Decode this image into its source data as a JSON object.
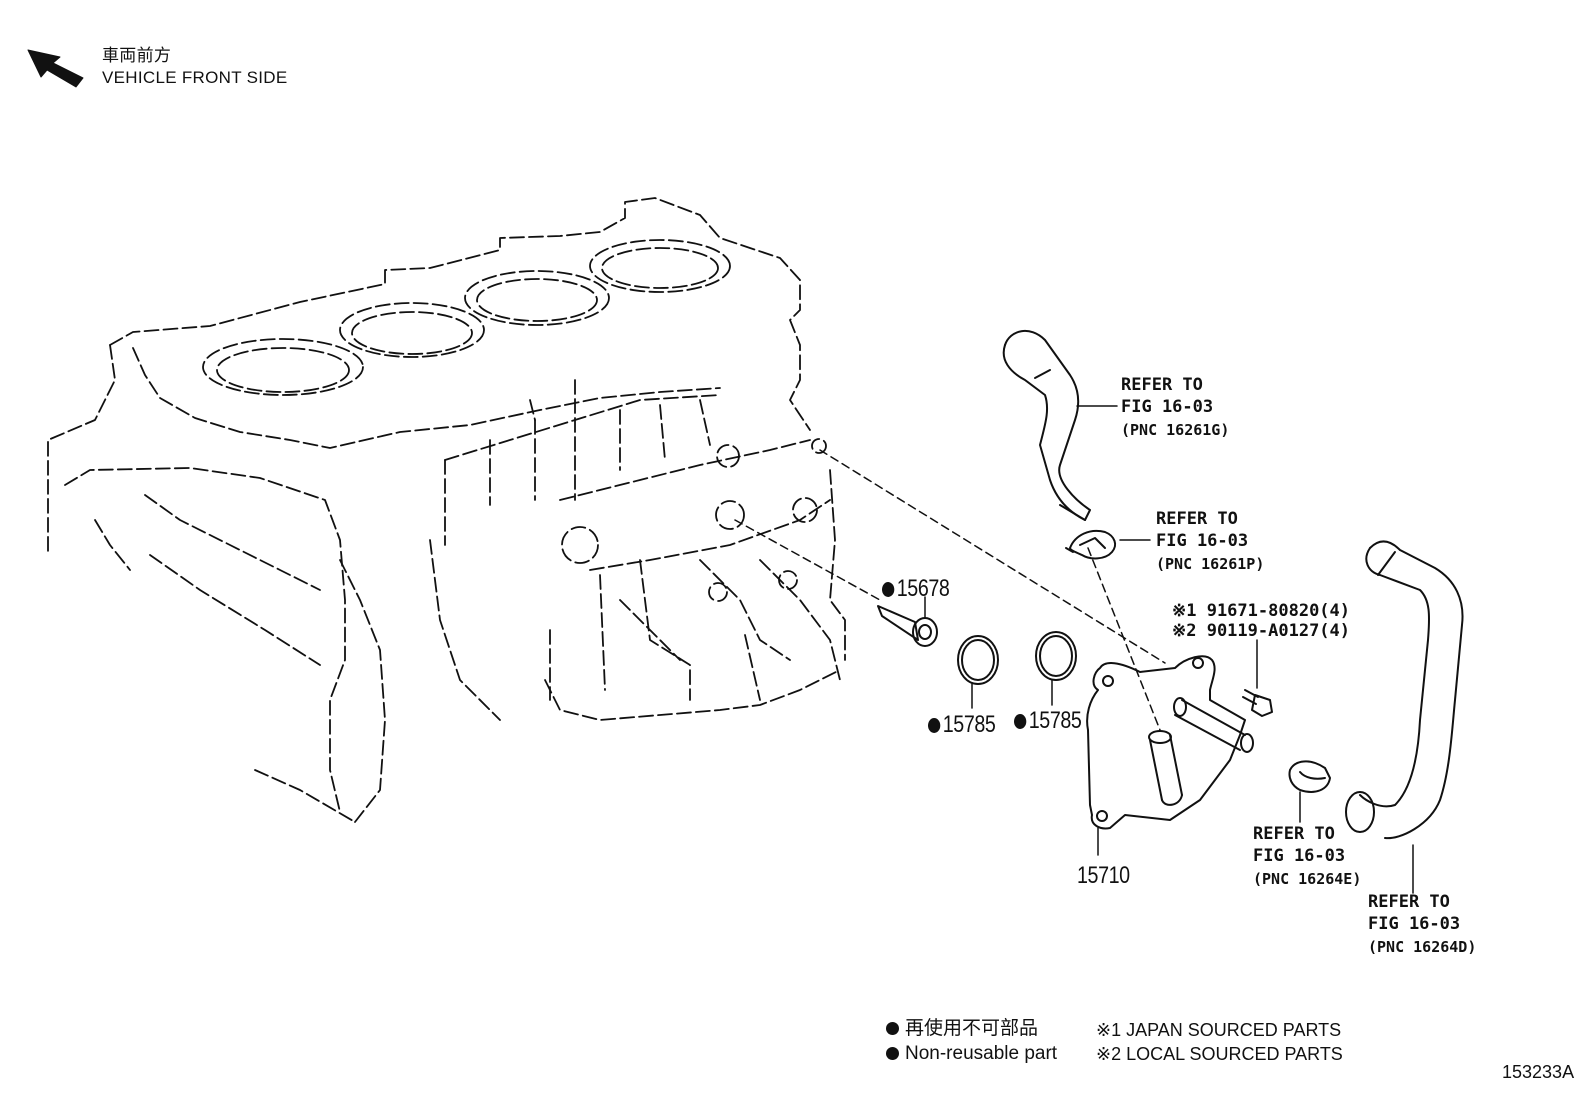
{
  "direction": {
    "label_jp": "車両前方",
    "label_en": "VEHICLE FRONT SIDE",
    "icon": "arrow-up-left-icon"
  },
  "callouts": {
    "hose_upper": [
      "REFER TO",
      "FIG 16-03",
      "(PNC 16261G)"
    ],
    "clip_upper": [
      "REFER TO",
      "FIG 16-03",
      "(PNC 16261P)"
    ],
    "clip_lower": [
      "REFER TO",
      "FIG 16-03",
      "(PNC 16264E)"
    ],
    "hose_lower": [
      "REFER TO",
      "FIG 16-03",
      "(PNC 16264D)"
    ]
  },
  "bolt_parts": {
    "line1": "※1 91671-80820(4)",
    "line2": "※2 90119-A0127(4)"
  },
  "parts": {
    "union": "15678",
    "gasket_left": "15785",
    "gasket_right": "15785",
    "oil_cooler": "15710"
  },
  "legend": {
    "non_reusable_jp": "再使用不可部品",
    "non_reusable_en": "Non-reusable part",
    "japan_sourced": "※1 JAPAN SOURCED PARTS",
    "local_sourced": "※2 LOCAL SOURCED PARTS",
    "marker_icon": "filled-circle-icon"
  },
  "figure_id": "153233A"
}
